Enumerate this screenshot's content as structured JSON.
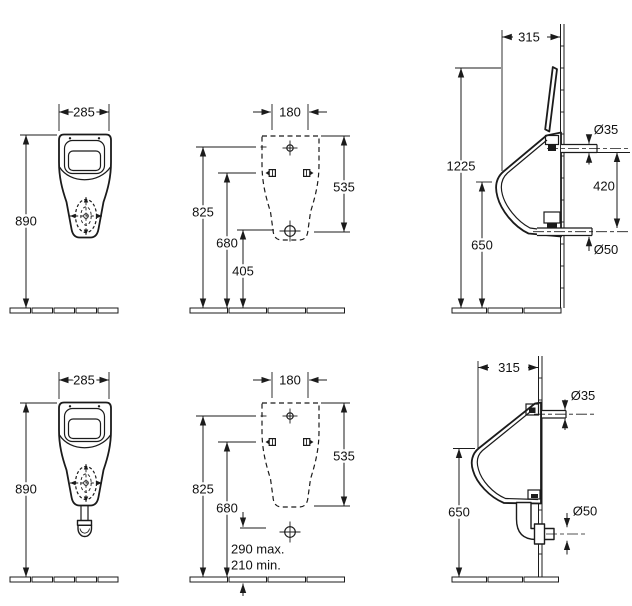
{
  "drawing": {
    "top": {
      "front": {
        "width": "285",
        "height": "890"
      },
      "mounting": {
        "spacing": "180",
        "span": "535",
        "inlet_h": "825",
        "bolt_h": "680",
        "outlet_h": "405"
      },
      "side": {
        "depth": "315",
        "overall_h": "1225",
        "rim_h": "650",
        "inlet_dia": "Ø35",
        "inlet_outlet": "420",
        "outlet_dia": "Ø50"
      }
    },
    "bottom": {
      "front": {
        "width": "285",
        "height": "890"
      },
      "mounting": {
        "spacing": "180",
        "span": "535",
        "inlet_h": "825",
        "bolt_h": "680",
        "outlet_max": "290 max.",
        "outlet_min": "210 min."
      },
      "side": {
        "depth": "315",
        "rim_h": "650",
        "inlet_dia": "Ø35",
        "outlet_dia": "Ø50"
      }
    }
  }
}
